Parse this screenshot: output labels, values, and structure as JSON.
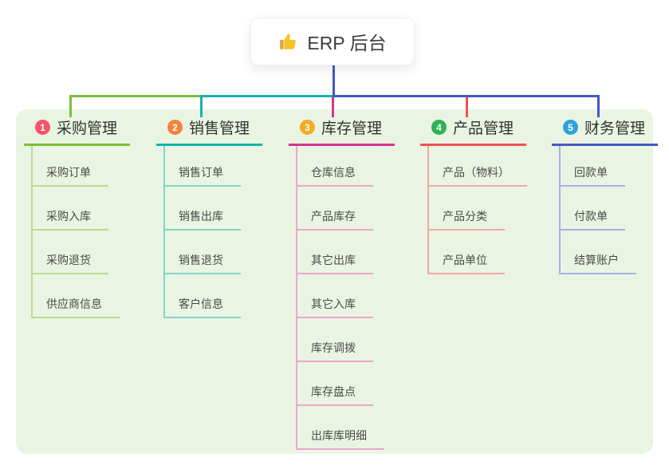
{
  "root": {
    "title": "ERP 后台",
    "icon": "thumbs-up-icon"
  },
  "colors": {
    "panel_background": "#e9f5e2",
    "connector_blue": "#4459c5",
    "root_text": "#3d3d3d",
    "child_text": "#4a4a4a"
  },
  "branches": [
    {
      "number": "1",
      "label": "采购管理",
      "color": "#7cbf3c",
      "light_color": "#b9db90",
      "badge_color": "#f4546b",
      "children": [
        "采购订单",
        "采购入库",
        "采购退货",
        "供应商信息"
      ]
    },
    {
      "number": "2",
      "label": "销售管理",
      "color": "#14b3aa",
      "light_color": "#84d4cd",
      "badge_color": "#f5813d",
      "children": [
        "销售订单",
        "销售出库",
        "销售退货",
        "客户信息"
      ]
    },
    {
      "number": "3",
      "label": "库存管理",
      "color": "#d2368f",
      "light_color": "#efa6cb",
      "badge_color": "#f5ab27",
      "children": [
        "仓库信息",
        "产品库存",
        "其它出库",
        "其它入库",
        "库存调拨",
        "库存盘点",
        "出库库明细"
      ]
    },
    {
      "number": "4",
      "label": "产品管理",
      "color": "#f05252",
      "light_color": "#f6a6a6",
      "badge_color": "#2eb254",
      "children": [
        "产品（物料）",
        "产品分类",
        "产品单位"
      ]
    },
    {
      "number": "5",
      "label": "财务管理",
      "color": "#4459c5",
      "light_color": "#a2b3e8",
      "badge_color": "#2ea3da",
      "children": [
        "回款单",
        "付款单",
        "结算账户"
      ]
    }
  ]
}
